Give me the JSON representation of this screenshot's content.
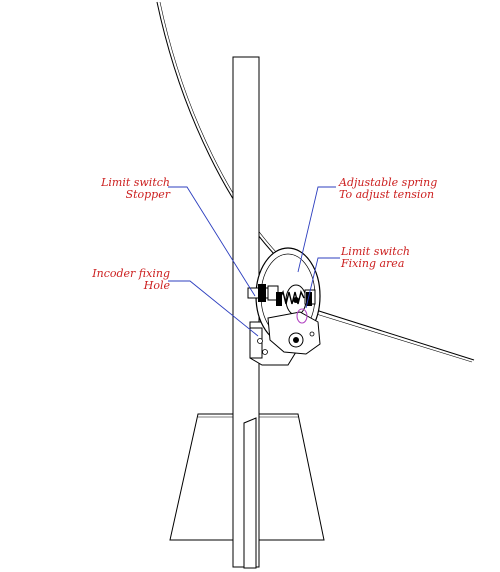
{
  "colors": {
    "label_text": "#cc1f1f",
    "leader": "#2d3fbf",
    "ink": "#000000",
    "marker": "#b040c0",
    "background": "#ffffff"
  },
  "labels": {
    "limit_switch_stopper": {
      "line1": "Limit switch",
      "line2": "Stopper"
    },
    "adjustable_spring": {
      "line1": "Adjustable spring",
      "line2": "To adjust tension"
    },
    "limit_switch_fixing": {
      "line1": "Limit switch",
      "line2": "Fixing area"
    },
    "encoder_fixing": {
      "line1": "Incoder fixing",
      "line2": "Hole"
    }
  }
}
